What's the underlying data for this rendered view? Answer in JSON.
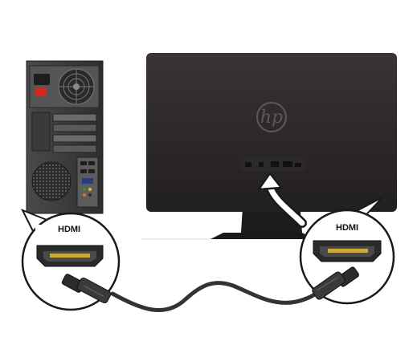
{
  "left_callout": {
    "label": "HDMI"
  },
  "right_callout": {
    "label": "HDMI"
  },
  "monitor": {
    "logo": "hp"
  },
  "colors": {
    "monitor_body": "#2b2727",
    "tower_body": "#3a3a3a",
    "power_switch": "#d8261c",
    "hdmi_port": "#2a2a2a",
    "hdmi_pins": "#c8a93a",
    "cable": "#333333",
    "callout_fill": "#ffffff",
    "callout_stroke": "#1a1a1a"
  },
  "icons": {
    "arrow": "curved-arrow-icon",
    "logo": "hp-logo-icon"
  }
}
